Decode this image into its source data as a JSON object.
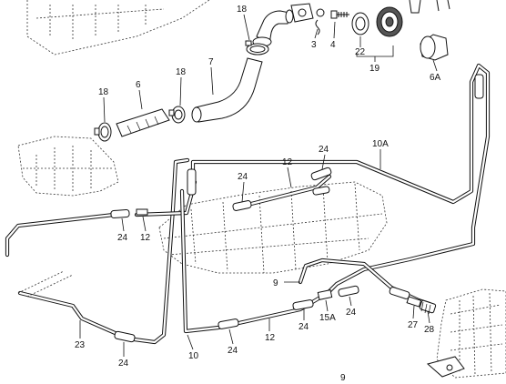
{
  "diagram": {
    "labels": {
      "l18a": "18",
      "l3": "3",
      "l4": "4",
      "l22": "22",
      "l19": "19",
      "l6A": "6A",
      "l18b": "18",
      "l6": "6",
      "l18c": "18",
      "l7": "7",
      "l10A": "10A",
      "l24a": "24",
      "l12a": "12",
      "l24b": "24",
      "l24c": "24",
      "l12b": "12",
      "l9a": "9",
      "l24d": "24",
      "l15A": "15A",
      "l24e": "24",
      "l27": "27",
      "l28": "28",
      "l23": "23",
      "l24f": "24",
      "l10": "10",
      "l24g": "24",
      "l12c": "12",
      "l9b": "9"
    }
  }
}
